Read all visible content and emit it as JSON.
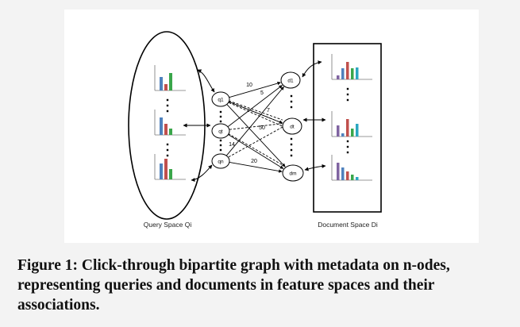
{
  "diagram": {
    "query_space_label": "Query Space Qi",
    "document_space_label": "Document Space Di",
    "query_nodes": [
      {
        "id": "q1",
        "label": "q1"
      },
      {
        "id": "qt",
        "label": "qt"
      },
      {
        "id": "qn",
        "label": "qn"
      }
    ],
    "document_nodes": [
      {
        "id": "d1",
        "label": "d1"
      },
      {
        "id": "dt",
        "label": "dt"
      },
      {
        "id": "dm",
        "label": "dm"
      }
    ],
    "edges": [
      {
        "from": "q1",
        "to": "d1",
        "style": "solid",
        "label": "10"
      },
      {
        "from": "q1",
        "to": "dt",
        "style": "dashed",
        "label": "5"
      },
      {
        "from": "q1",
        "to": "dt",
        "style": "dashed",
        "label": ""
      },
      {
        "from": "q1",
        "to": "dt",
        "style": "dashed",
        "label": ""
      },
      {
        "from": "q1",
        "to": "dt",
        "style": "solid",
        "label": "7"
      },
      {
        "from": "q1",
        "to": "dm",
        "style": "solid",
        "label": "50"
      },
      {
        "from": "qt",
        "to": "d1",
        "style": "solid",
        "label": ""
      },
      {
        "from": "qt",
        "to": "dt",
        "style": "dashed",
        "label": ""
      },
      {
        "from": "qt",
        "to": "dm",
        "style": "dashed",
        "label": ""
      },
      {
        "from": "qt",
        "to": "dm",
        "style": "solid",
        "label": "14"
      },
      {
        "from": "qn",
        "to": "d1",
        "style": "solid",
        "label": ""
      },
      {
        "from": "qn",
        "to": "dt",
        "style": "dashed",
        "label": ""
      },
      {
        "from": "qn",
        "to": "dm",
        "style": "solid",
        "label": "20"
      }
    ],
    "colors": {
      "blue": "#4f81bd",
      "red": "#c0504d",
      "green": "#3aa64a",
      "teal": "#2aa7c0",
      "purple": "#8064a2"
    }
  },
  "caption": "Figure 1: Click-through bipartite graph with metadata on n-odes, representing queries and documents in feature spaces and their associations."
}
